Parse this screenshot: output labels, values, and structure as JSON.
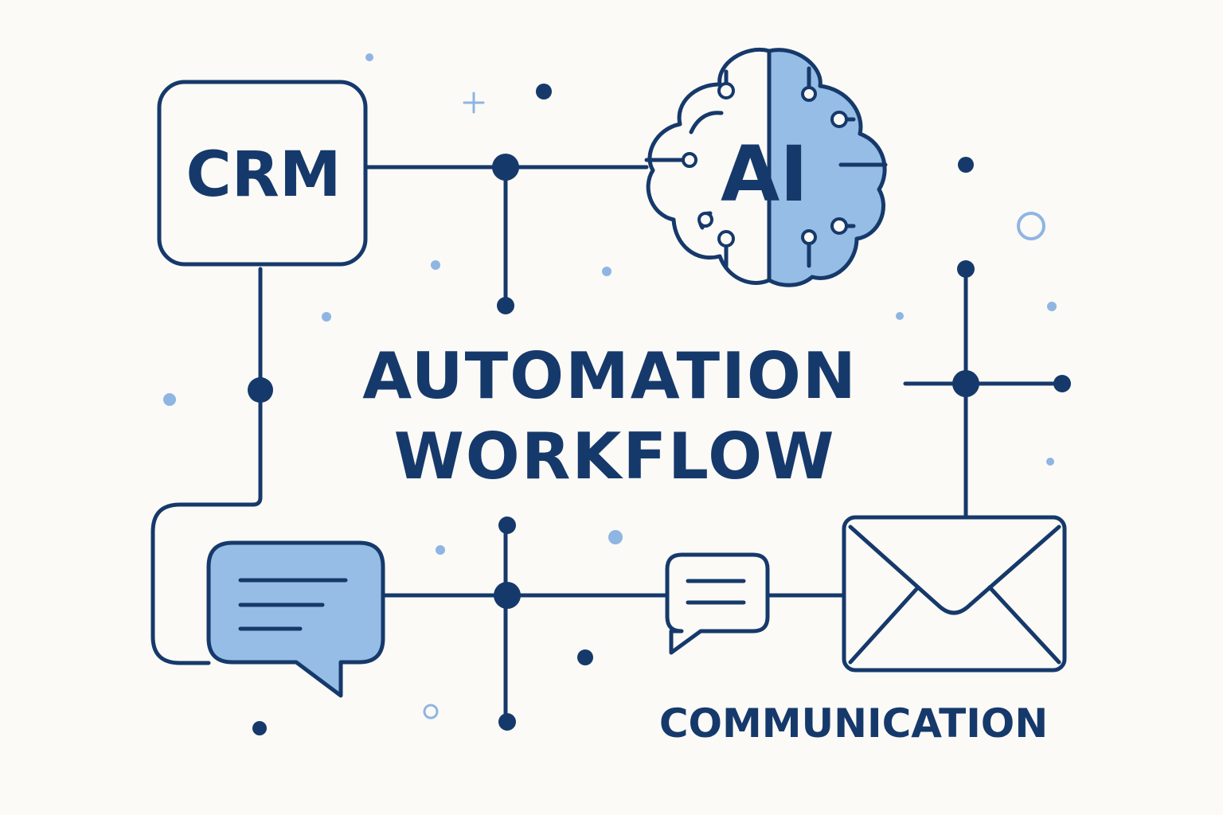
{
  "colors": {
    "background": "#fbfaf6",
    "navy": "#16396b",
    "accent_blue": "#96bde6",
    "light_dot": "#8fb5e2"
  },
  "crm": {
    "label": "CRM",
    "icon": "crm-box"
  },
  "ai": {
    "label": "AI",
    "icon": "brain-icon"
  },
  "title": {
    "line1": "AUTOMATION",
    "line2": "WORKFLOW"
  },
  "chat": {
    "icon": "chat-bubble-icon"
  },
  "message": {
    "icon": "message-icon"
  },
  "email": {
    "icon": "envelope-icon"
  },
  "communication": {
    "label": "COMMUNICATION"
  }
}
